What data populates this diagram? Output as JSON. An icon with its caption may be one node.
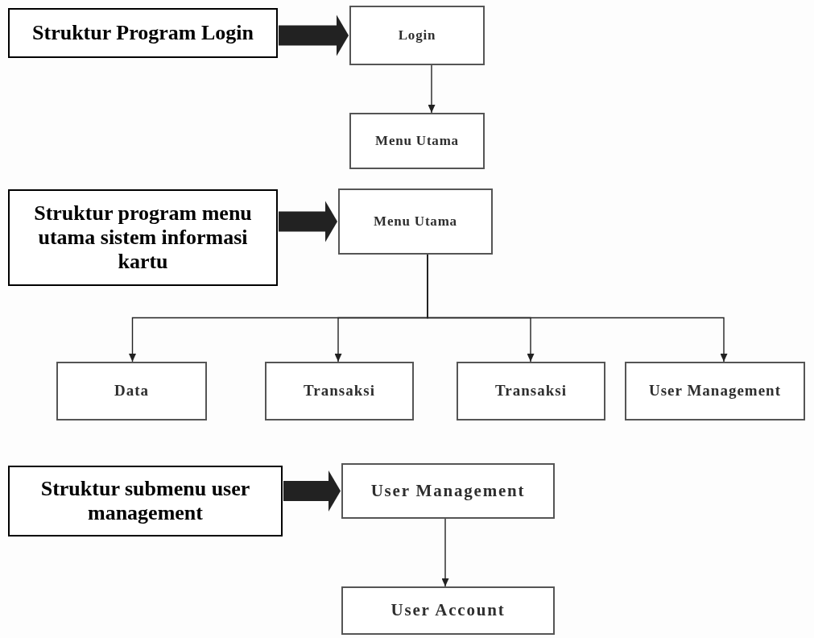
{
  "diagram": {
    "nodes": [
      {
        "text": [
          "Struktur Program Login"
        ]
      },
      {
        "text": [
          "Login"
        ]
      },
      {
        "text": [
          "Menu Utama"
        ]
      },
      {
        "text": [
          "Struktur program menu utama sistem informasi kartu"
        ]
      },
      {
        "text": [
          "Menu Utama"
        ]
      },
      {
        "text": [
          "Data"
        ]
      },
      {
        "text": [
          "Transaksi"
        ]
      },
      {
        "text": [
          "Transaksi"
        ]
      },
      {
        "text": [
          "User Management"
        ]
      },
      {
        "text": [
          "Struktur submenu user management"
        ]
      },
      {
        "text": [
          "User Management"
        ]
      },
      {
        "text": [
          "User Account"
        ]
      }
    ],
    "edges": [
      {
        "from": 0,
        "to": 1,
        "arrow": "to",
        "style": "thick"
      },
      {
        "from": 1,
        "to": 2,
        "arrow": "to"
      },
      {
        "from": 3,
        "to": 4,
        "arrow": "to",
        "style": "thick"
      },
      {
        "from": 4,
        "to": 5,
        "arrow": "to"
      },
      {
        "from": 4,
        "to": 6,
        "arrow": "to"
      },
      {
        "from": 4,
        "to": 7,
        "arrow": "to"
      },
      {
        "from": 4,
        "to": 8,
        "arrow": "to"
      },
      {
        "from": 9,
        "to": 10,
        "arrow": "to",
        "style": "thick"
      },
      {
        "from": 10,
        "to": 11,
        "arrow": "to"
      }
    ]
  }
}
